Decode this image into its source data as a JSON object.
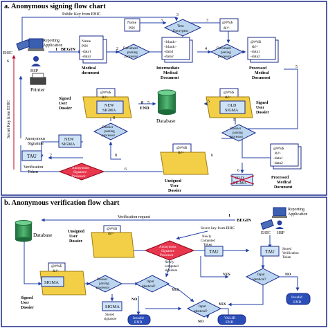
{
  "panel_a": {
    "title": "a. Anonymous signing flow chart",
    "labels": {
      "public_key": "Public Key from EHIC",
      "ehic": "EHIC",
      "reporting_application": [
        "Reporting",
        "Application"
      ],
      "hsp": "HSP",
      "printer": "Printer",
      "begin": "BEGIN",
      "name_pin_top": [
        "Name",
        "PIN"
      ],
      "text_encryptor": [
        "Text",
        "Encryptor"
      ],
      "cipher_top": [
        "@#%$",
        "&!^"
      ],
      "name_pin_doc": [
        "Name",
        "PIN",
        "-data1",
        "-data2"
      ],
      "medical_document": [
        "Medical",
        "document"
      ],
      "doc_parsing_processor": [
        "Document",
        "parsing",
        "processor"
      ],
      "intermediate_doc": [
        "<blank>",
        "<blank>",
        "-data1",
        "-data2"
      ],
      "intermediate_caption": [
        "Intermediate",
        "Medical",
        "Document"
      ],
      "processed_doc": [
        "@#%$",
        "&!^",
        "-data1",
        "-data2"
      ],
      "processed_caption": [
        "Processed",
        "Medical",
        "Document"
      ],
      "signed_user_dossier": [
        "Signed",
        "User",
        "Dossier"
      ],
      "new_sigma": [
        "NEW",
        "SIGMA"
      ],
      "end": "END",
      "database": "Database",
      "old_sigma": [
        "OLD",
        "SIGMA"
      ],
      "dossier_parsing_processor": [
        "Dossier",
        "parsing",
        "processor"
      ],
      "anonymous_signature": [
        "Anonymous",
        "Signature"
      ],
      "tau": "TAU",
      "verification_token": [
        "Verification",
        "Token"
      ],
      "anonymous_signature_processor": [
        "Anonymous",
        "Signature",
        "Processor"
      ],
      "unsigned_user_dossier": [
        "Unsigned",
        "User",
        "Dossier"
      ],
      "old_sigma_struck": [
        "OLD",
        "SIGMA"
      ],
      "secret_key": "Secret Key from EHIC",
      "processed_caption_bottom": [
        "Processed",
        "Medical",
        "Document"
      ]
    },
    "numbers": [
      "1",
      "2",
      "3",
      "3",
      "3",
      "4",
      "5",
      "5",
      "5",
      "6",
      "6",
      "6",
      "6",
      "7",
      "8",
      "8",
      "8",
      "5"
    ]
  },
  "panel_b": {
    "title": "b. Anonymous verification flow chart",
    "labels": {
      "verification_request": "Verification request",
      "begin": "BEGIN",
      "reporting_application": [
        "Reporting",
        "Application"
      ],
      "ehic": "EHIC",
      "hsp": "HSP",
      "database": "Database",
      "unsigned_user_dossier": [
        "Unsigned",
        "User",
        "Dossier"
      ],
      "secret_key": "Secret key from EHIC",
      "newly_computed_token": [
        "Newly",
        "Computed",
        "Token"
      ],
      "tau_left": "TAU",
      "tau_right": "TAU",
      "stored_verification_token": [
        "Stored",
        "Verification",
        "Token"
      ],
      "anonymous_signature_processor": [
        "Anonymous",
        "Signature",
        "Processor"
      ],
      "signed_user_dossier": [
        "Signed",
        "User",
        "Dossier"
      ],
      "sigma": "SIGMA",
      "dossier_parsing_processor": [
        "Dossier",
        "parsing",
        "processor"
      ],
      "newly_computed_signature": [
        "Newly",
        "computed",
        "signature"
      ],
      "input_identical_1": [
        "Input",
        "identical?"
      ],
      "input_identical_2": [
        "Input",
        "identical?"
      ],
      "input_identical_3": [
        "Input",
        "identical?"
      ],
      "sigma_stored": "SIGMA",
      "stored_signature": [
        "Stored",
        "signature"
      ],
      "invalid_end_1": [
        "Invalid",
        "END"
      ],
      "invalid_end_2": [
        "Invalid",
        "END"
      ],
      "valid_end": [
        "VALID",
        "END"
      ],
      "yes": "YES",
      "no": "NO",
      "cipher": [
        "@#%$",
        "&!^"
      ]
    }
  },
  "colors": {
    "border": "#1a2a8a",
    "flow": "#1f3fa8",
    "diamond": "#bcd6f0",
    "diamond_red": "#e8374d",
    "doc_fill": "#ffffff",
    "folder": "#f2cf46",
    "sigma": "#cfe3f7",
    "db": "#2e8b4f",
    "red_arrow": "#c0002a"
  }
}
